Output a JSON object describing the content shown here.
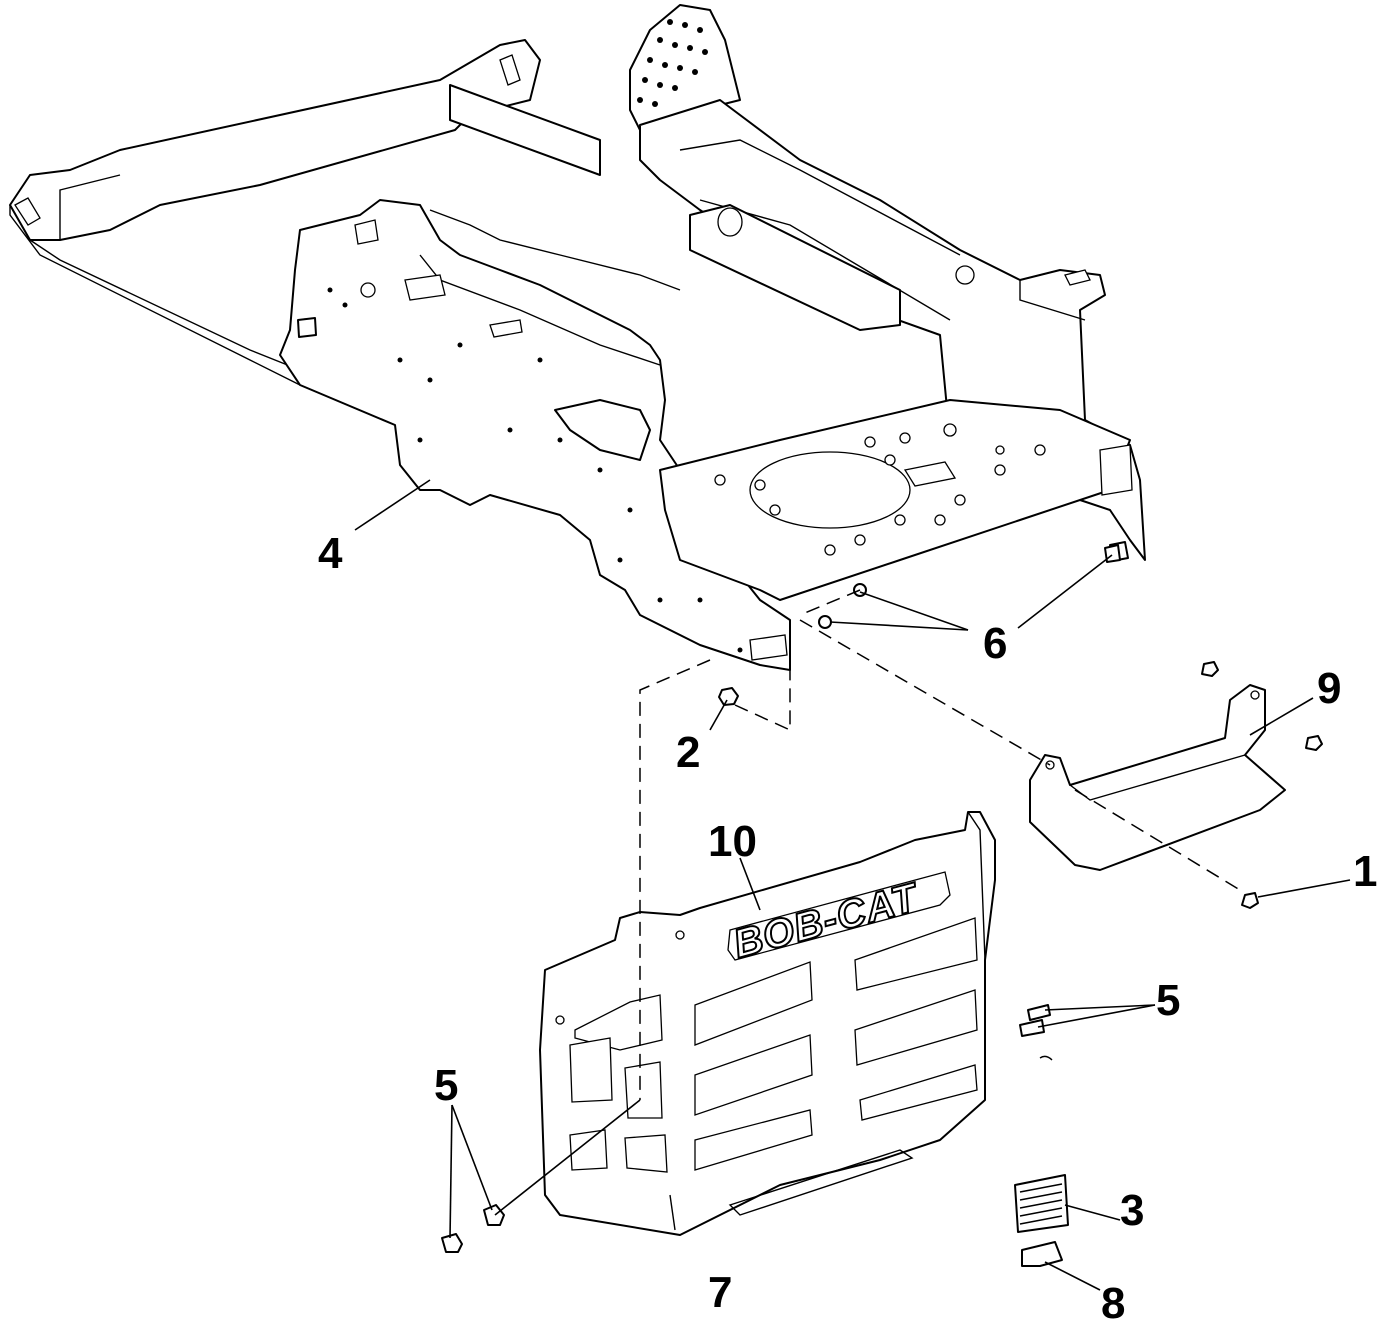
{
  "diagram": {
    "callouts": [
      {
        "id": "c1",
        "label": "1"
      },
      {
        "id": "c2",
        "label": "2"
      },
      {
        "id": "c3",
        "label": "3"
      },
      {
        "id": "c4",
        "label": "4"
      },
      {
        "id": "c5a",
        "label": "5"
      },
      {
        "id": "c5b",
        "label": "5"
      },
      {
        "id": "c6",
        "label": "6"
      },
      {
        "id": "c7",
        "label": "7"
      },
      {
        "id": "c8",
        "label": "8"
      },
      {
        "id": "c9",
        "label": "9"
      },
      {
        "id": "c10",
        "label": "10"
      }
    ],
    "logo_text": "BOB-CAT"
  },
  "colors": {
    "line": "#000000",
    "background": "#ffffff"
  }
}
